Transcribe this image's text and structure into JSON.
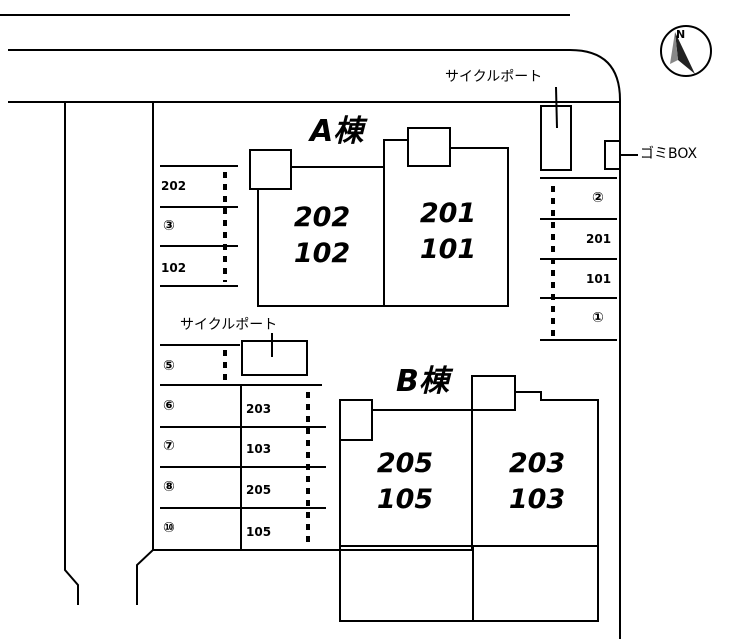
{
  "buildings": {
    "a": {
      "title": "A棟",
      "units": [
        {
          "top": "202",
          "bottom": "102"
        },
        {
          "top": "201",
          "bottom": "101"
        }
      ]
    },
    "b": {
      "title": "B棟",
      "units": [
        {
          "top": "205",
          "bottom": "105"
        },
        {
          "top": "203",
          "bottom": "103"
        }
      ]
    }
  },
  "facilities": {
    "bicycle_port": "サイクルポート",
    "garbage_box": "ゴミBOX"
  },
  "parking": {
    "left_upper": [
      "202",
      "③",
      "102"
    ],
    "left_lower_numbers": [
      "⑤",
      "⑥",
      "⑦",
      "⑧",
      "⑩"
    ],
    "left_lower_assigned": [
      "203",
      "103",
      "205",
      "105"
    ],
    "right": [
      "②",
      "201",
      "101",
      "①"
    ]
  },
  "compass": {
    "icon": "north-arrow-icon"
  }
}
